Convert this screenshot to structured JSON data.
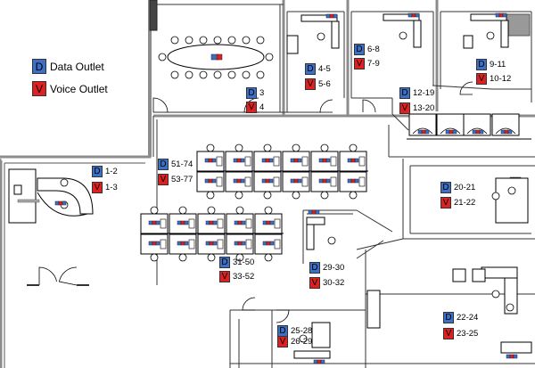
{
  "legend": {
    "data": {
      "symbol": "D",
      "label": "Data Outlet"
    },
    "voice": {
      "symbol": "V",
      "label": "Voice Outlet"
    }
  },
  "colors": {
    "data": "#3c6fc6",
    "voice": "#e02020",
    "wall": "#8c8c8c"
  },
  "outlets": [
    {
      "d": "3",
      "v": "4"
    },
    {
      "d": "4-5",
      "v": "5-6"
    },
    {
      "d": "6-8",
      "v": "7-9"
    },
    {
      "d": "9-11",
      "v": "10-12"
    },
    {
      "d": "12-19",
      "v": "13-20"
    },
    {
      "d": "1-2",
      "v": "1-3"
    },
    {
      "d": "51-74",
      "v": "53-77"
    },
    {
      "d": "20-21",
      "v": "21-22"
    },
    {
      "d": "31-50",
      "v": "33-52"
    },
    {
      "d": "29-30",
      "v": "30-32"
    },
    {
      "d": "25-28",
      "v": "26-29"
    },
    {
      "d": "22-24",
      "v": "23-25"
    }
  ]
}
